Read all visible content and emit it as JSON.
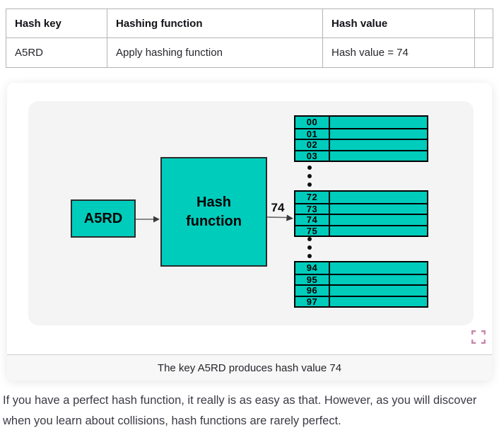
{
  "table": {
    "headers": [
      "Hash key",
      "Hashing function",
      "Hash value",
      ""
    ],
    "row": [
      "A5RD",
      "Apply hashing function",
      "Hash value = 74",
      ""
    ]
  },
  "diagram": {
    "input_label": "A5RD",
    "function_label": "Hash function",
    "arrow_value": "74",
    "slot_groups": [
      [
        "00",
        "01",
        "02",
        "03"
      ],
      [
        "72",
        "73",
        "74",
        "75"
      ],
      [
        "94",
        "95",
        "96",
        "97"
      ]
    ],
    "colors": {
      "box_fill": "#00ccbc",
      "table_border": "#000000",
      "expand_icon": "#c687a8"
    },
    "icons": {
      "expand": "fullscreen-expand-icon",
      "arrows": "right-arrow-icon"
    }
  },
  "figure": {
    "caption": "The key A5RD produces hash value 74"
  },
  "paragraph": "If you have a perfect hash function, it really is as easy as that. However, as you will discover when you learn about collisions, hash functions are rarely perfect."
}
